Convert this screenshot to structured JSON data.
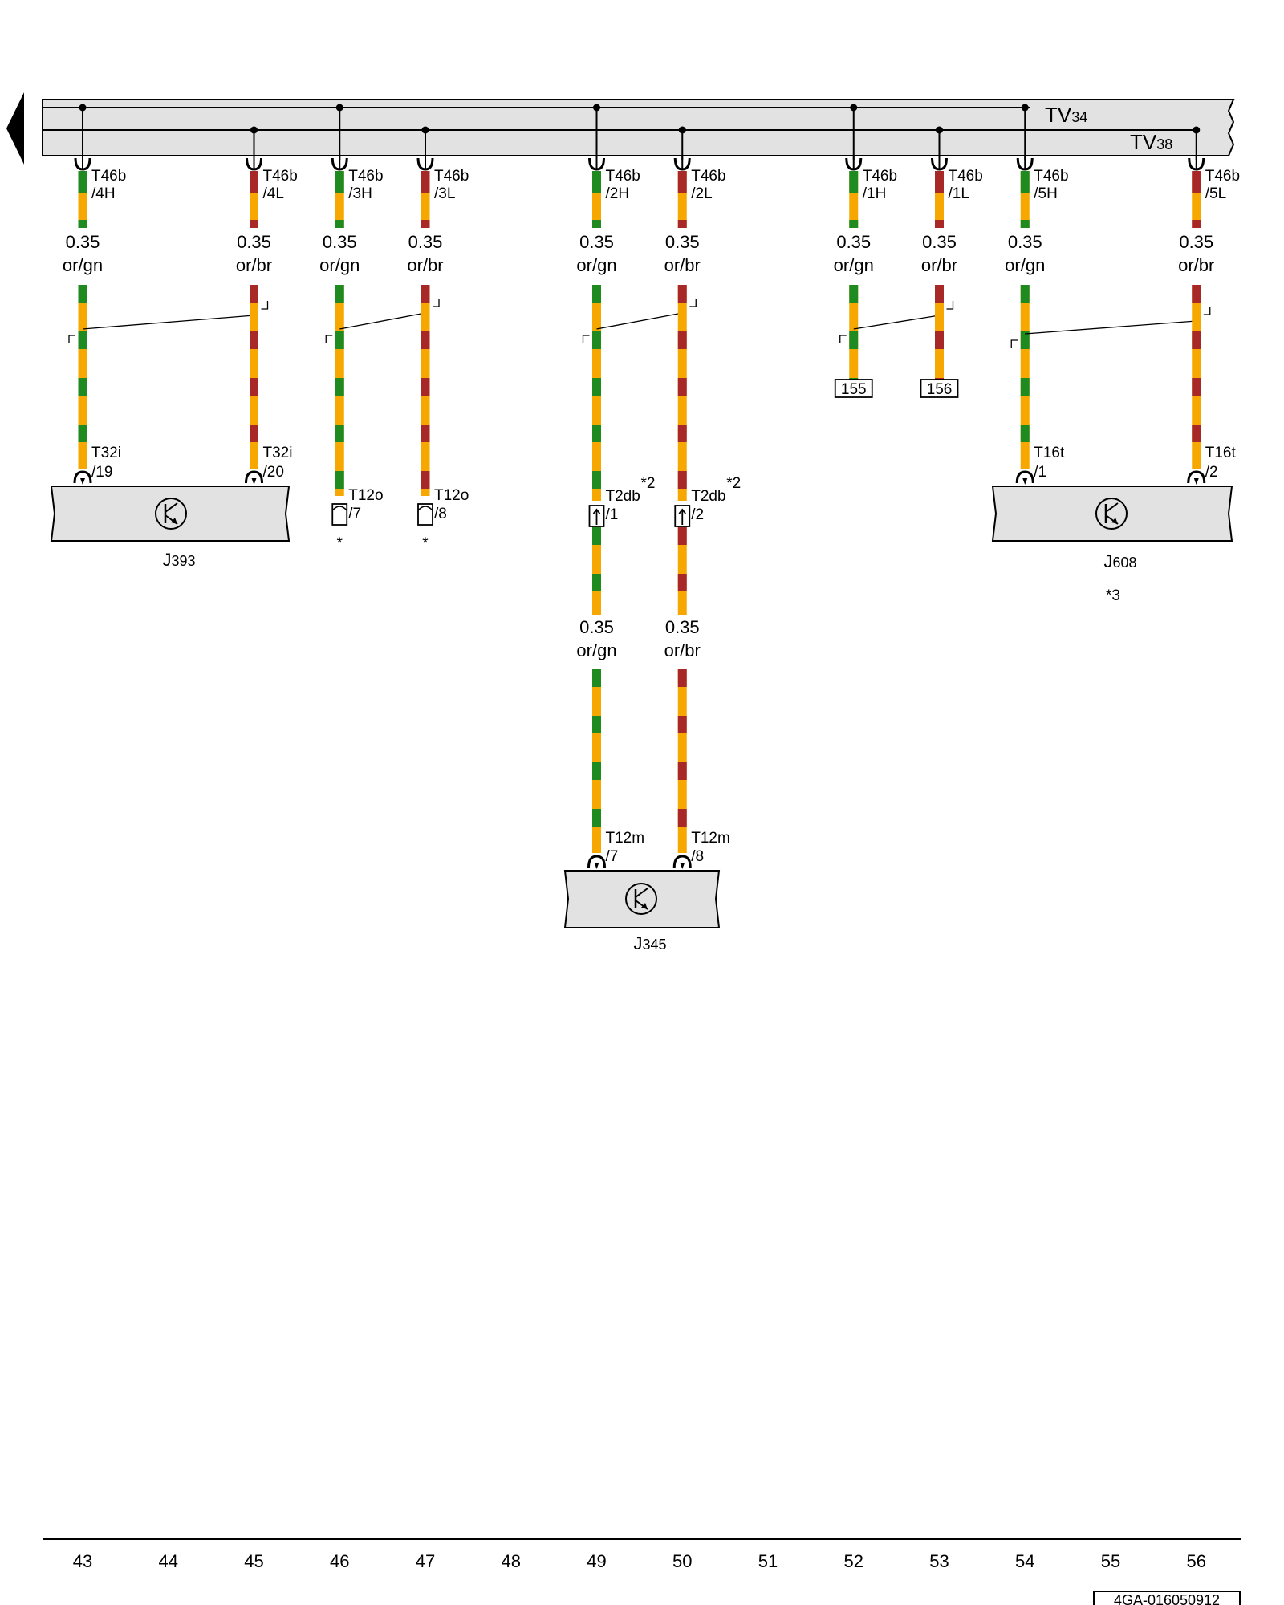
{
  "colors": {
    "orange": "#f7a800",
    "green": "#1f8a1f",
    "brown": "#a82828",
    "bus_fill": "#e2e2e2",
    "component_fill": "#e2e2e2"
  },
  "bus": {
    "tv34_prefix": "TV",
    "tv34_sub": "34",
    "tv38_prefix": "TV",
    "tv38_sub": "38"
  },
  "wires": [
    {
      "col": 43,
      "color": "or/gn",
      "size": "0.35",
      "top_conn": "T46b",
      "top_pin": "/4H",
      "bottom_conn": "T32i",
      "bottom_pin": "/19"
    },
    {
      "col": 45,
      "color": "or/br",
      "size": "0.35",
      "top_conn": "T46b",
      "top_pin": "/4L",
      "bottom_conn": "T32i",
      "bottom_pin": "/20"
    },
    {
      "col": 46,
      "color": "or/gn",
      "size": "0.35",
      "top_conn": "T46b",
      "top_pin": "/3H",
      "bottom_conn": "T12o",
      "bottom_pin": "/7",
      "note": "*"
    },
    {
      "col": 47,
      "color": "or/br",
      "size": "0.35",
      "top_conn": "T46b",
      "top_pin": "/3L",
      "bottom_conn": "T12o",
      "bottom_pin": "/8",
      "note": "*"
    },
    {
      "col": 49,
      "color": "or/gn",
      "size": "0.35",
      "top_conn": "T46b",
      "top_pin": "/2H",
      "mid_conn": "T2db",
      "mid_pin": "/1",
      "mid_note": "*2",
      "lower_size": "0.35",
      "lower_color": "or/gn",
      "bottom_conn": "T12m",
      "bottom_pin": "/7"
    },
    {
      "col": 50,
      "color": "or/br",
      "size": "0.35",
      "top_conn": "T46b",
      "top_pin": "/2L",
      "mid_conn": "T2db",
      "mid_pin": "/2",
      "mid_note": "*2",
      "lower_size": "0.35",
      "lower_color": "or/br",
      "bottom_conn": "T12m",
      "bottom_pin": "/8"
    },
    {
      "col": 52,
      "color": "or/gn",
      "size": "0.35",
      "top_conn": "T46b",
      "top_pin": "/1H",
      "ref": "155"
    },
    {
      "col": 53,
      "color": "or/br",
      "size": "0.35",
      "top_conn": "T46b",
      "top_pin": "/1L",
      "ref": "156"
    },
    {
      "col": 54,
      "color": "or/gn",
      "size": "0.35",
      "top_conn": "T46b",
      "top_pin": "/5H",
      "bottom_conn": "T16t",
      "bottom_pin": "/1"
    },
    {
      "col": 56,
      "color": "or/br",
      "size": "0.35",
      "top_conn": "T46b",
      "top_pin": "/5L",
      "bottom_conn": "T16t",
      "bottom_pin": "/2"
    }
  ],
  "components": [
    {
      "id": "J393",
      "prefix": "J",
      "sub": "393"
    },
    {
      "id": "J345",
      "prefix": "J",
      "sub": "345"
    },
    {
      "id": "J608",
      "prefix": "J",
      "sub": "608",
      "note": "*3"
    }
  ],
  "footer": {
    "columns": [
      "43",
      "44",
      "45",
      "46",
      "47",
      "48",
      "49",
      "50",
      "51",
      "52",
      "53",
      "54",
      "55",
      "56"
    ],
    "doc_id": "4GA-016050912"
  }
}
